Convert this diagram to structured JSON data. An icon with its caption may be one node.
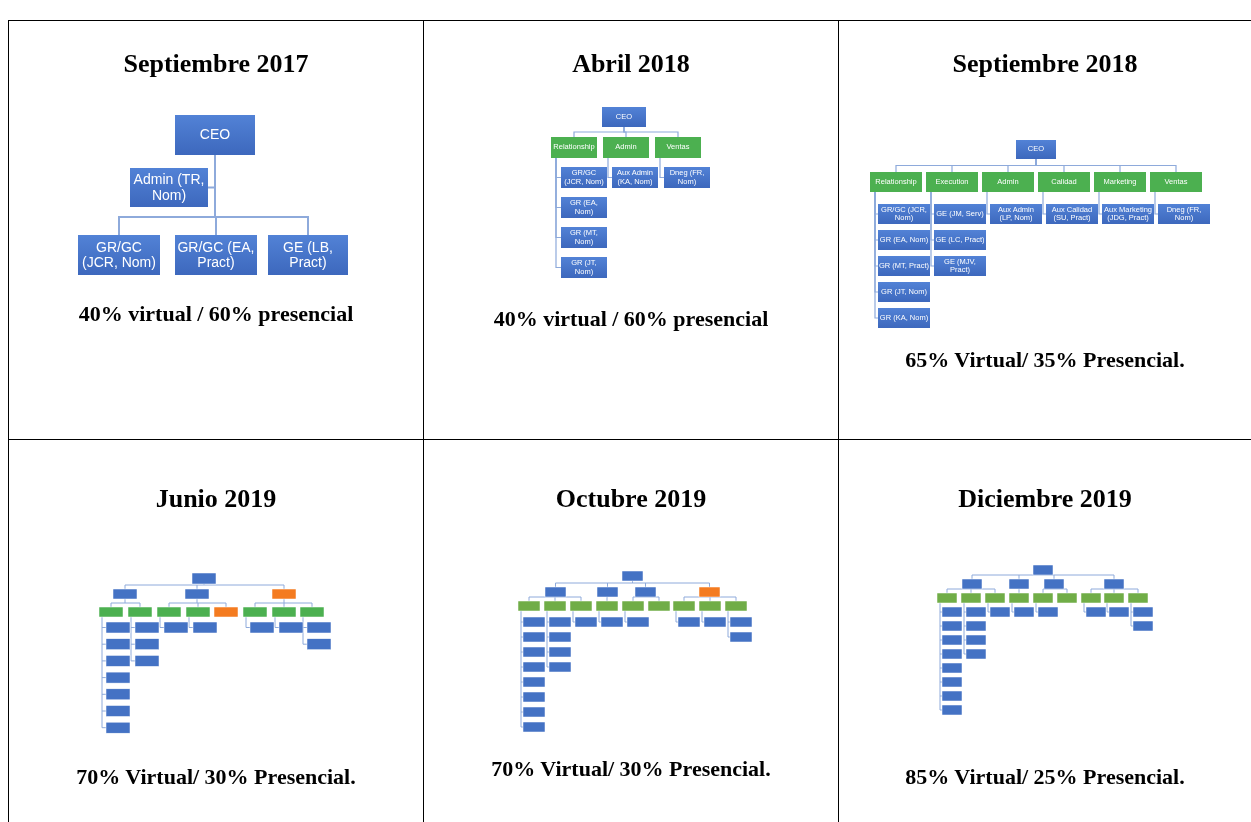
{
  "diagram": {
    "nodes": [
      {
        "text": [
          "Septiembre 2017",
          "40% virtual / 60% presencial"
        ]
      },
      {
        "text": [
          "CEO"
        ],
        "in": 0
      },
      {
        "text": [
          "Admin (TR, Nom)"
        ],
        "in": 0
      },
      {
        "text": [
          "GR/GC (JCR, Nom)"
        ],
        "in": 0
      },
      {
        "text": [
          "GR/GC (EA, Pract)"
        ],
        "in": 0
      },
      {
        "text": [
          "GE (LB, Pract)"
        ],
        "in": 0
      },
      {
        "text": [
          "Abril 2018",
          "40% virtual / 60% presencial"
        ]
      },
      {
        "text": [
          "CEO"
        ],
        "in": 6
      },
      {
        "text": [
          "Relationship"
        ],
        "in": 6
      },
      {
        "text": [
          "Admin"
        ],
        "in": 6
      },
      {
        "text": [
          "Ventas"
        ],
        "in": 6
      },
      {
        "text": [
          "GR/GC (JCR, Nom)"
        ],
        "in": 6
      },
      {
        "text": [
          "GR (EA, Nom)"
        ],
        "in": 6
      },
      {
        "text": [
          "GR (MT, Nom)"
        ],
        "in": 6
      },
      {
        "text": [
          "GR (JT, Nom)"
        ],
        "in": 6
      },
      {
        "text": [
          "Aux Admin (KA, Nom)"
        ],
        "in": 6
      },
      {
        "text": [
          "Dneg (FR, Nom)"
        ],
        "in": 6
      },
      {
        "text": [
          "Septiembre 2018",
          "65% Virtual/ 35% Presencial."
        ]
      },
      {
        "text": [
          "CEO"
        ],
        "in": 17
      },
      {
        "text": [
          "Relationship"
        ],
        "in": 17
      },
      {
        "text": [
          "Execution"
        ],
        "in": 17
      },
      {
        "text": [
          "Admin"
        ],
        "in": 17
      },
      {
        "text": [
          "Calidad"
        ],
        "in": 17
      },
      {
        "text": [
          "Marketing"
        ],
        "in": 17
      },
      {
        "text": [
          "Ventas"
        ],
        "in": 17
      },
      {
        "text": [
          "GR/GC (JCR, Nom)"
        ],
        "in": 17
      },
      {
        "text": [
          "GR (EA, Nom)"
        ],
        "in": 17
      },
      {
        "text": [
          "GR (MT, Pract)"
        ],
        "in": 17
      },
      {
        "text": [
          "GR (JT, Nom)"
        ],
        "in": 17
      },
      {
        "text": [
          "GR (KA, Nom)"
        ],
        "in": 17
      },
      {
        "text": [
          "GE (JM, Serv)"
        ],
        "in": 17
      },
      {
        "text": [
          "GE (LC, Pract)"
        ],
        "in": 17
      },
      {
        "text": [
          "GE (MJV, Pract)"
        ],
        "in": 17
      },
      {
        "text": [
          "Aux Admin (LP, Nom)"
        ],
        "in": 17
      },
      {
        "text": [
          "Aux Calidad (SU, Pract)"
        ],
        "in": 17
      },
      {
        "text": [
          "Aux Marketing (JDG, Pract)"
        ],
        "in": 17
      },
      {
        "text": [
          "Dneg (FR, Nom)"
        ],
        "in": 17
      },
      {
        "text": [
          "Junio 2019",
          "70% Virtual/ 30% Presencial."
        ]
      },
      {
        "text": [],
        "shape": "picture",
        "in": 37
      },
      {
        "text": [
          "Octubre 2019",
          "70% Virtual/ 30% Presencial."
        ]
      },
      {
        "text": [],
        "shape": "picture",
        "in": 39
      },
      {
        "text": [
          "Diciembre 2019",
          "85% Virtual/ 25% Presencial."
        ]
      },
      {
        "text": [],
        "shape": "picture",
        "in": 41
      }
    ],
    "edges": [
      {
        "from": 1,
        "to": 2,
        "arrow": "none"
      },
      {
        "from": 1,
        "to": 3,
        "arrow": "none"
      },
      {
        "from": 1,
        "to": 4,
        "arrow": "none"
      },
      {
        "from": 1,
        "to": 5,
        "arrow": "none"
      },
      {
        "from": 7,
        "to": 8,
        "arrow": "none"
      },
      {
        "from": 7,
        "to": 9,
        "arrow": "none"
      },
      {
        "from": 7,
        "to": 10,
        "arrow": "none"
      },
      {
        "from": 8,
        "to": 11,
        "arrow": "none"
      },
      {
        "from": 8,
        "to": 12,
        "arrow": "none"
      },
      {
        "from": 8,
        "to": 13,
        "arrow": "none"
      },
      {
        "from": 8,
        "to": 14,
        "arrow": "none"
      },
      {
        "from": 9,
        "to": 15,
        "arrow": "none"
      },
      {
        "from": 10,
        "to": 16,
        "arrow": "none"
      },
      {
        "from": 18,
        "to": 19,
        "arrow": "none"
      },
      {
        "from": 18,
        "to": 20,
        "arrow": "none"
      },
      {
        "from": 18,
        "to": 21,
        "arrow": "none"
      },
      {
        "from": 18,
        "to": 22,
        "arrow": "none"
      },
      {
        "from": 18,
        "to": 23,
        "arrow": "none"
      },
      {
        "from": 18,
        "to": 24,
        "arrow": "none"
      },
      {
        "from": 19,
        "to": 25,
        "arrow": "none"
      },
      {
        "from": 19,
        "to": 26,
        "arrow": "none"
      },
      {
        "from": 19,
        "to": 27,
        "arrow": "none"
      },
      {
        "from": 19,
        "to": 28,
        "arrow": "none"
      },
      {
        "from": 19,
        "to": 29,
        "arrow": "none"
      },
      {
        "from": 20,
        "to": 30,
        "arrow": "none"
      },
      {
        "from": 20,
        "to": 31,
        "arrow": "none"
      },
      {
        "from": 20,
        "to": 32,
        "arrow": "none"
      },
      {
        "from": 21,
        "to": 33,
        "arrow": "none"
      },
      {
        "from": 22,
        "to": 34,
        "arrow": "none"
      },
      {
        "from": 23,
        "to": 35,
        "arrow": "none"
      },
      {
        "from": 24,
        "to": 36,
        "arrow": "none"
      }
    ]
  }
}
